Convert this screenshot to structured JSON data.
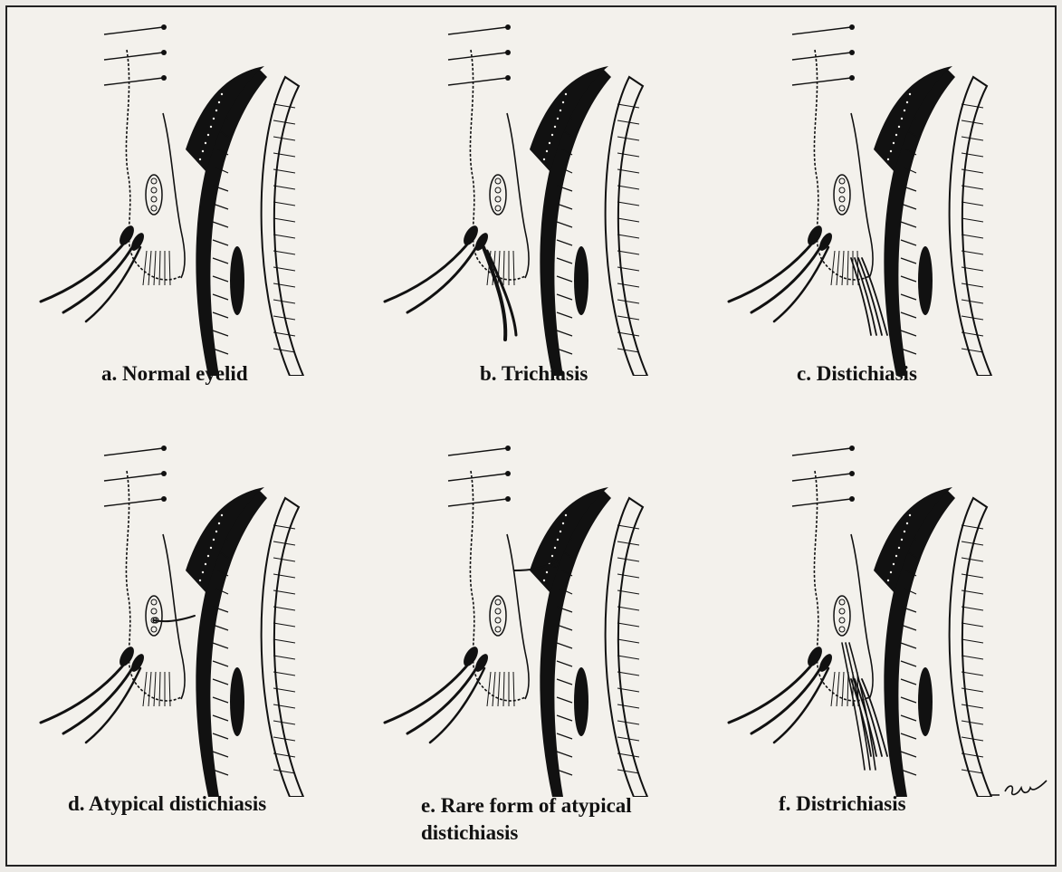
{
  "figures": [
    {
      "id": "a",
      "caption": "a.  Normal eyelid",
      "variant": "normal"
    },
    {
      "id": "b",
      "caption": "b.  Trichiasis",
      "variant": "trichiasis"
    },
    {
      "id": "c",
      "caption": "c.  Distichiasis",
      "variant": "distichiasis"
    },
    {
      "id": "d",
      "caption": "d.  Atypical distichiasis",
      "variant": "atypical"
    },
    {
      "id": "e",
      "caption": "e.  Rare form of atypical distichiasis",
      "variant": "rare-atypical"
    },
    {
      "id": "f",
      "caption": "f.  Districhiasis",
      "variant": "districhiasis"
    }
  ],
  "colors": {
    "ink": "#111111",
    "paper": "#f3f1ec",
    "bleed": "#a9a7a3"
  }
}
